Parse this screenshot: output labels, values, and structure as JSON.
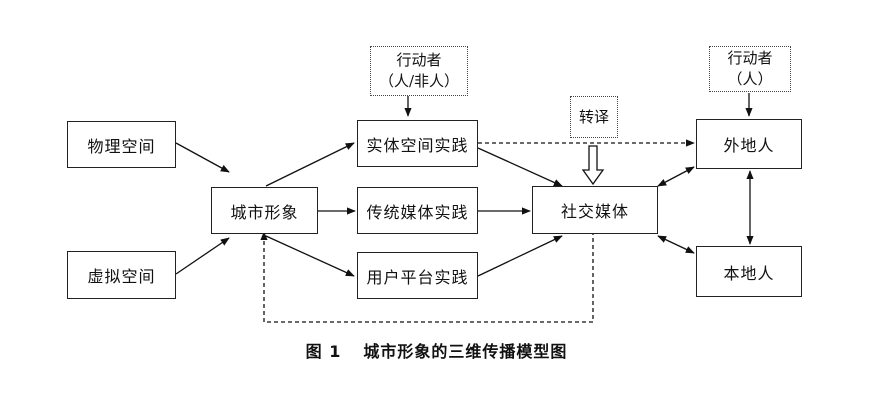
{
  "nodes": {
    "physical_space": "物理空间",
    "virtual_space": "虚拟空间",
    "city_image": "城市形象",
    "physical_practice": "实体空间实践",
    "media_practice": "传统媒体实践",
    "user_practice": "用户平台实践",
    "social_media": "社交媒体",
    "outsiders": "外地人",
    "locals": "本地人"
  },
  "annotations": {
    "actor_top_line1": "行动者",
    "actor_top_line2": "（人/非人）",
    "translation": "转译",
    "actor_right_line1": "行动者",
    "actor_right_line2": "（人）"
  },
  "caption": {
    "number": "图 1",
    "title": "城市形象的三维传播模型图"
  }
}
